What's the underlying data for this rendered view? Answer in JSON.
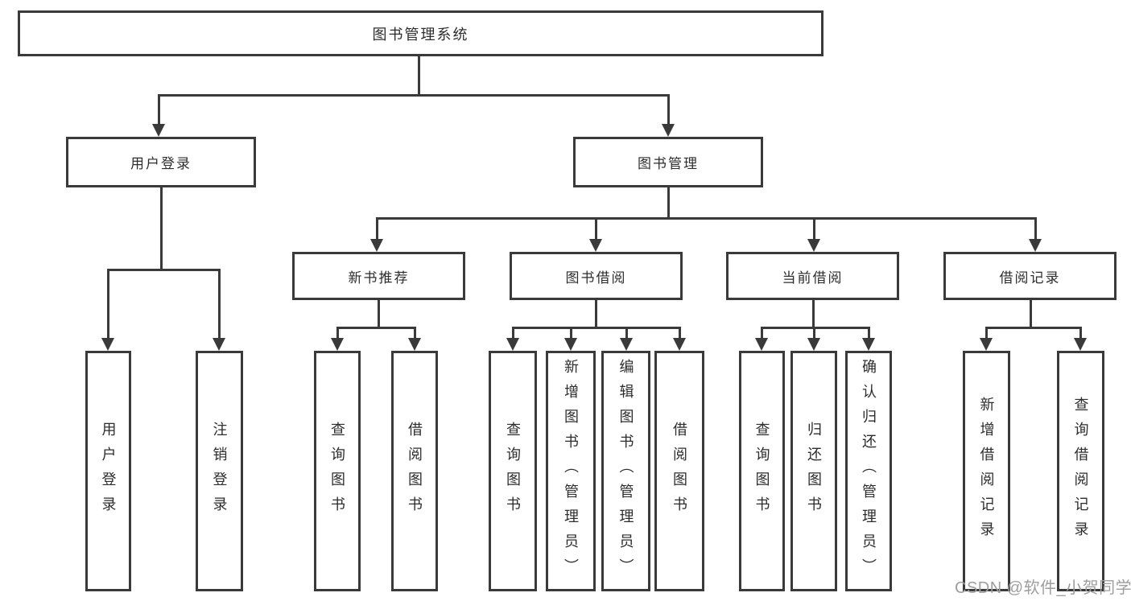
{
  "diagram": {
    "root": {
      "label": "图书管理系统"
    },
    "user_login": {
      "label": "用户登录",
      "children": [
        {
          "label": "用户登录"
        },
        {
          "label": "注销登录"
        }
      ]
    },
    "book_management": {
      "label": "图书管理",
      "groups": [
        {
          "label": "新书推荐",
          "children": [
            {
              "label": "查询图书"
            },
            {
              "label": "借阅图书"
            }
          ]
        },
        {
          "label": "图书借阅",
          "children": [
            {
              "label": "查询图书"
            },
            {
              "label": "新增图书（管理员）"
            },
            {
              "label": "编辑图书（管理员）"
            },
            {
              "label": "借阅图书"
            }
          ]
        },
        {
          "label": "当前借阅",
          "children": [
            {
              "label": "查询图书"
            },
            {
              "label": "归还图书"
            },
            {
              "label": "确认归还（管理员）"
            }
          ]
        },
        {
          "label": "借阅记录",
          "children": [
            {
              "label": "新增借阅记录"
            },
            {
              "label": "查询借阅记录"
            }
          ]
        }
      ]
    }
  },
  "watermark": {
    "text": "CSDN @软件_小贺同学"
  },
  "colors": {
    "line": "#3a3a3a",
    "text": "#2d2d2d",
    "watermark": "#9e9e9e",
    "background": "#ffffff"
  }
}
